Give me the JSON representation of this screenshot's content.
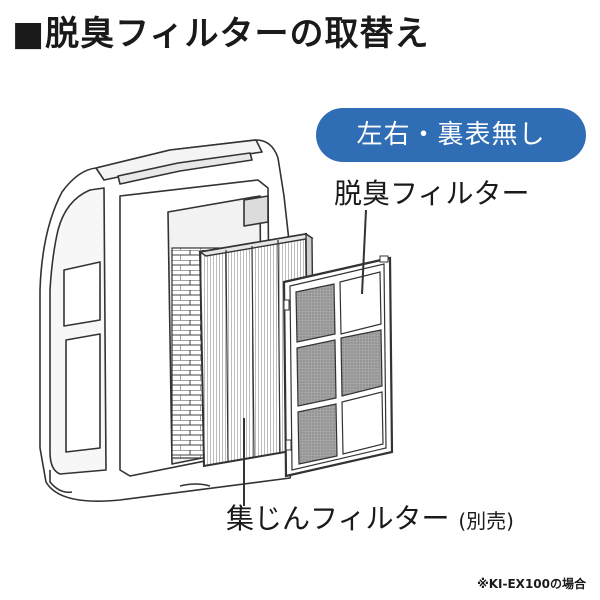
{
  "title": "■脱臭フィルターの取替え",
  "badge": "左右・裏表無し",
  "labels": {
    "deodorizing_filter": "脱臭フィルター",
    "dust_filter": "集じんフィルター",
    "dust_filter_sub": "(別売)"
  },
  "footnote": "※KI-EX100の場合",
  "colors": {
    "badge_bg": "#2f6db5",
    "line": "#333333",
    "filter_fill": "#9a9a9a"
  }
}
